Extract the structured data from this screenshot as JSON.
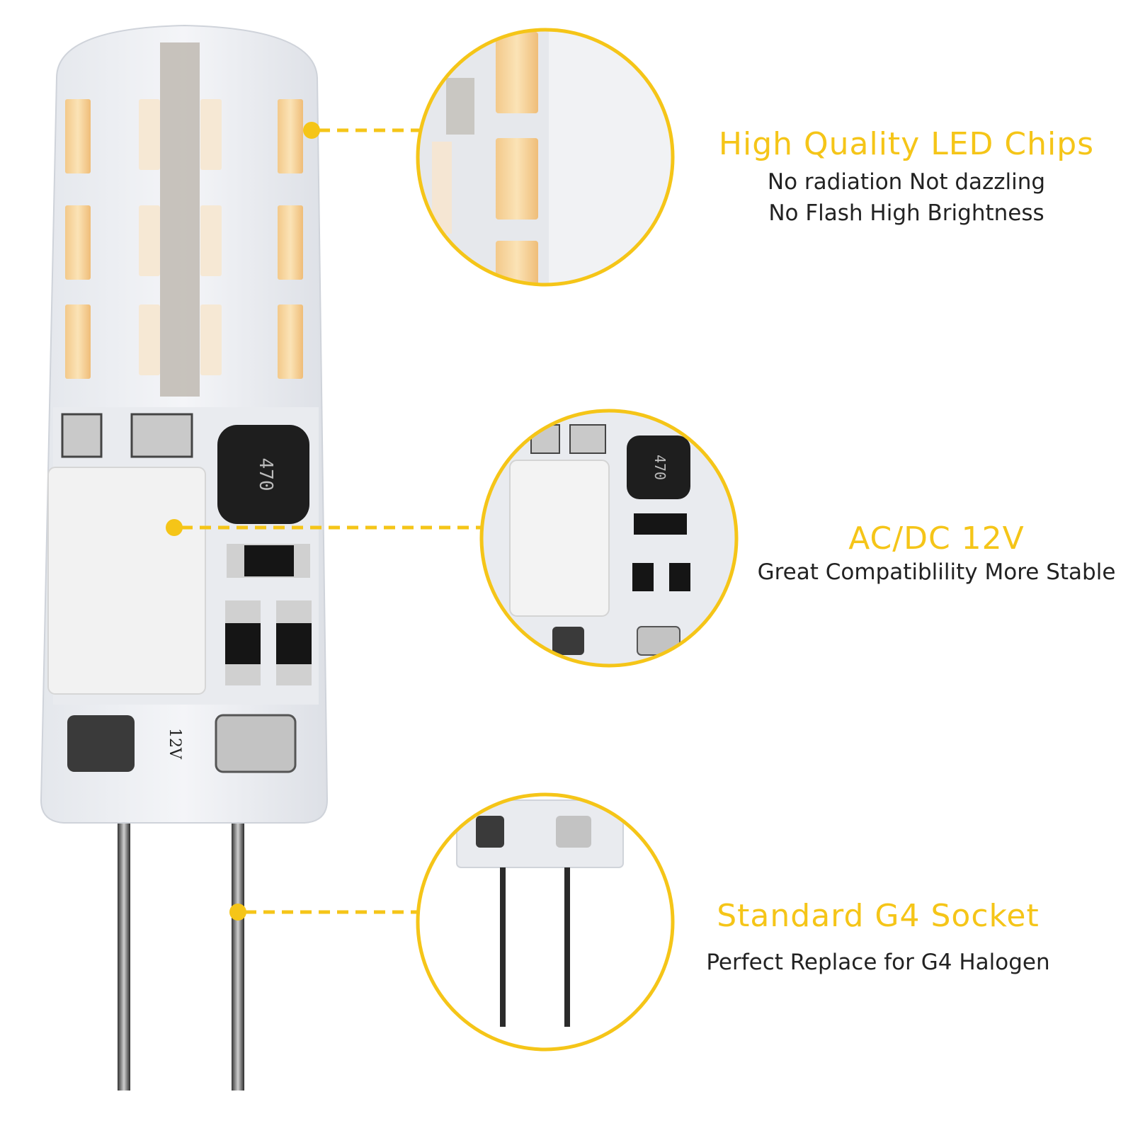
{
  "features": [
    {
      "title": "High Quality LED  Chips",
      "lines": [
        "No radiation Not dazzling",
        "No Flash High Brightness"
      ]
    },
    {
      "title": "AC/DC 12V",
      "lines": [
        "Great Compatiblility More Stable"
      ]
    },
    {
      "title": "Standard G4 Socket",
      "lines": [
        "Perfect Replace for G4 Halogen"
      ]
    }
  ],
  "colors": {
    "accent": "#F5C518",
    "text": "#222222",
    "background": "#ffffff"
  }
}
